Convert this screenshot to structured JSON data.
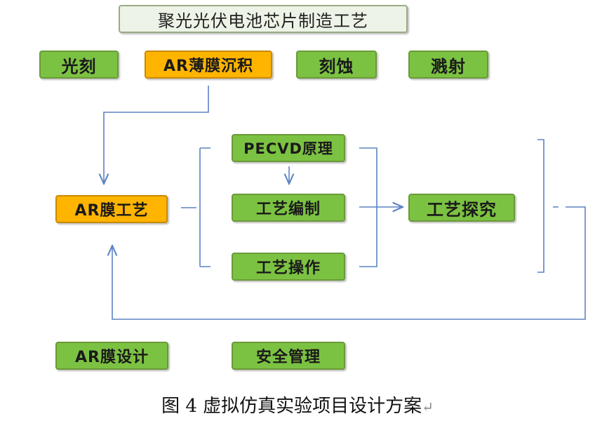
{
  "title": "聚光光伏电池芯片制造工艺",
  "processes": [
    "光刻",
    "AR薄膜沉积",
    "刻蚀",
    "溅射"
  ],
  "center": "AR膜工艺",
  "steps": [
    "PECVD原理",
    "工艺编制",
    "工艺操作"
  ],
  "explore": "工艺探究",
  "bottom": [
    "AR膜设计",
    "安全管理"
  ],
  "caption": "图 4  虚拟仿真实验项目设计方案",
  "caption_mark": "↵",
  "colors": {
    "green": "#7cc242",
    "orange": "#ffb400",
    "title_bg": "#edf3e6",
    "line": "#5b84c4"
  }
}
